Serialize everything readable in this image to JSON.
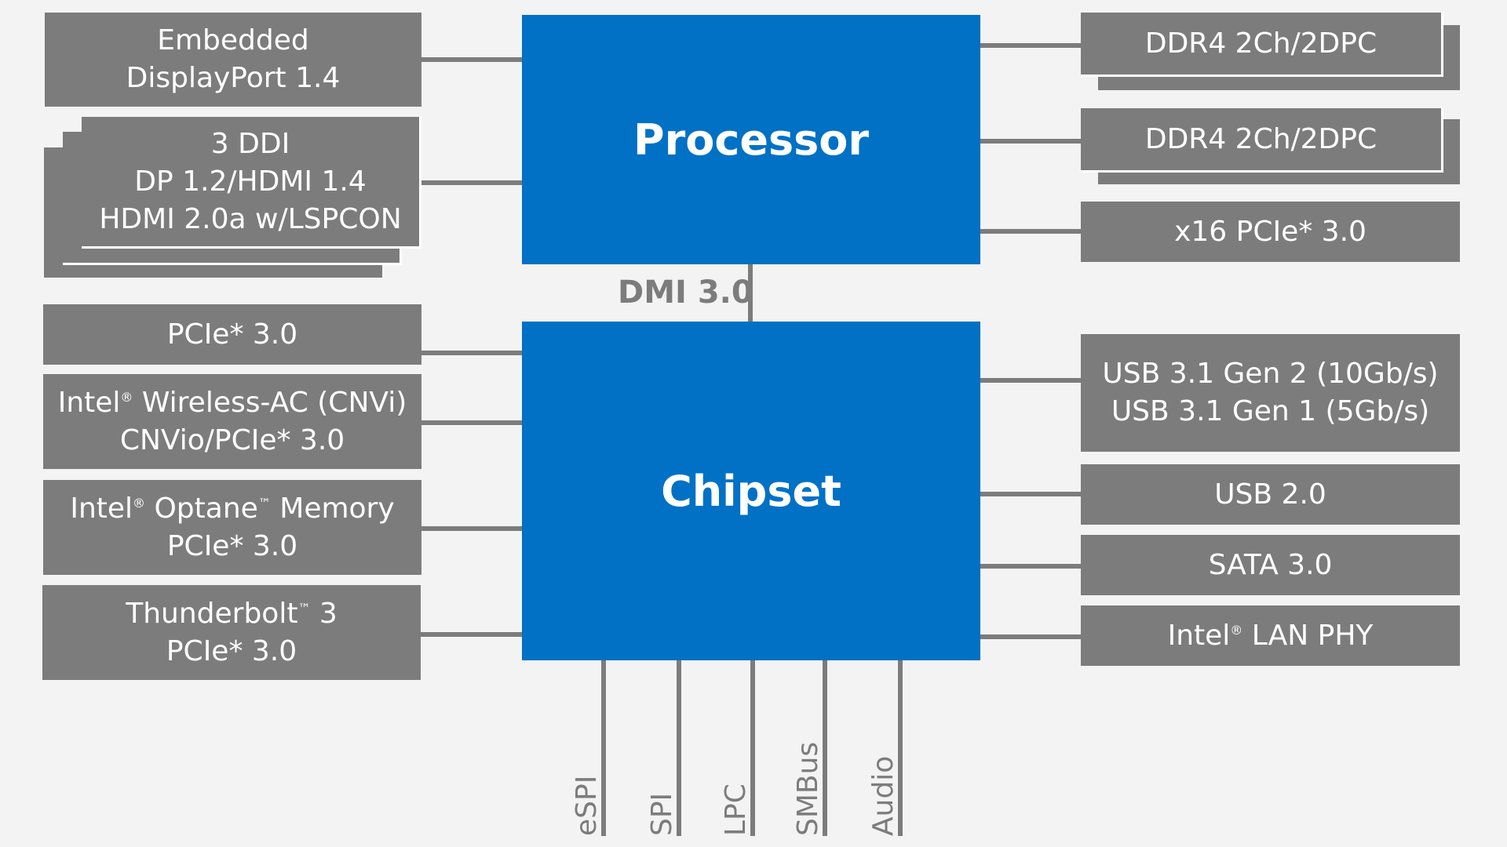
{
  "processor": {
    "label": "Processor"
  },
  "chipset": {
    "label": "Chipset"
  },
  "dmi": {
    "label": "DMI 3.0"
  },
  "left_top": [
    {
      "lines": [
        "Embedded",
        "DisplayPort 1.4"
      ]
    },
    {
      "lines": [
        "3 DDI",
        "DP 1.2/HDMI 1.4",
        "HDMI 2.0a w/LSPCON"
      ]
    }
  ],
  "left_bottom": [
    {
      "lines": [
        "PCIe* 3.0"
      ]
    },
    {
      "line1": [
        "Intel",
        "®",
        " Wireless-AC (CNVi)"
      ],
      "line2": "CNVio/PCIe* 3.0"
    },
    {
      "line1": [
        "Intel",
        "®",
        " Optane",
        "™",
        " Memory"
      ],
      "line2": "PCIe* 3.0"
    },
    {
      "line1": [
        "Thunderbolt",
        "™",
        " 3"
      ],
      "line2": "PCIe* 3.0"
    }
  ],
  "right_top": [
    {
      "label": "DDR4 2Ch/2DPC"
    },
    {
      "label": "DDR4 2Ch/2DPC"
    },
    {
      "label": "x16 PCIe* 3.0"
    }
  ],
  "right_bottom": [
    {
      "lines": [
        "USB 3.1 Gen 2 (10Gb/s)",
        "USB 3.1 Gen 1 (5Gb/s)"
      ]
    },
    {
      "label": "USB 2.0"
    },
    {
      "label": "SATA 3.0"
    },
    {
      "parts": [
        "Intel",
        "®",
        " LAN PHY"
      ]
    }
  ],
  "bottom_buses": [
    "eSPI",
    "SPI",
    "LPC",
    "SMBus",
    "Audio"
  ],
  "colors": {
    "chip_blue": "#0071c5",
    "box_gray": "#7c7c7c",
    "background": "#f3f3f3"
  }
}
